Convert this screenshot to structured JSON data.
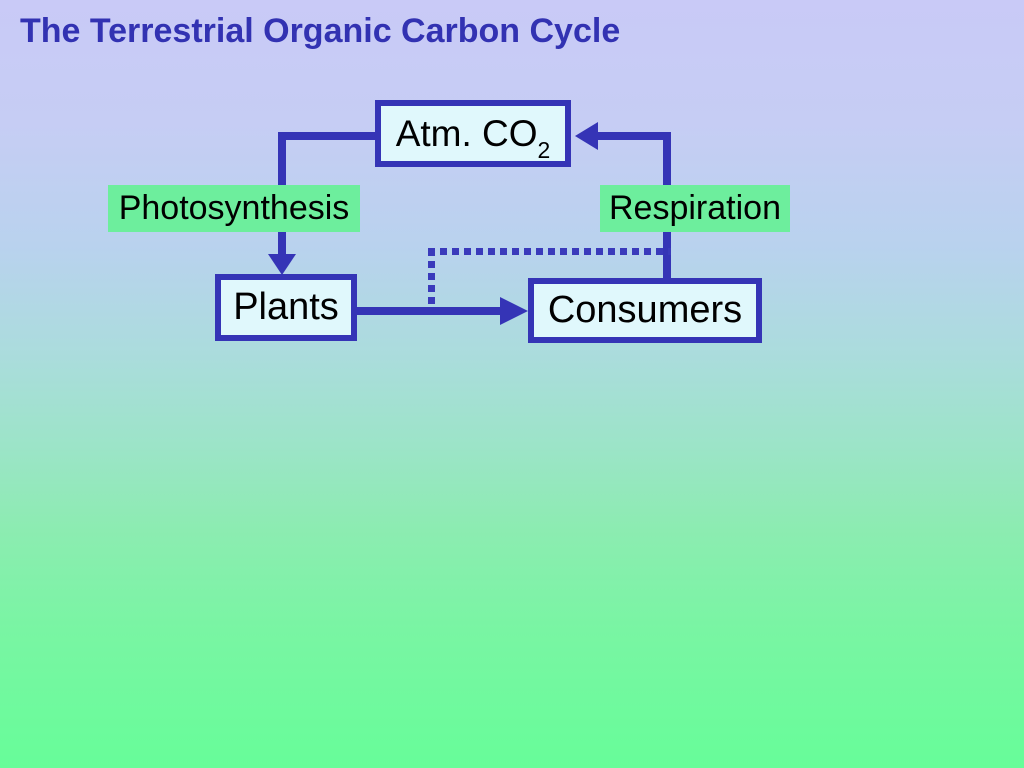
{
  "slide": {
    "title": "The Terrestrial Organic Carbon Cycle"
  },
  "diagram": {
    "nodes": {
      "atm_co2": {
        "label": "Atm. CO",
        "subscript": "2"
      },
      "plants": {
        "label": "Plants"
      },
      "consumers": {
        "label": "Consumers"
      }
    },
    "process_labels": {
      "photosynthesis": "Photosynthesis",
      "respiration": "Respiration"
    },
    "flows": [
      "Atm. CO2 -> Plants via Photosynthesis (solid arrow, left path)",
      "Consumers -> Atm. CO2 via Respiration (solid arrow, right path)",
      "Plants -> Consumers (solid arrow, horizontal)",
      "Plants/Consumers link -> Respiration path (dotted connector)"
    ],
    "colors": {
      "connector_blue": "#3534b6",
      "node_fill": "#e0f8fc",
      "node_border": "#3534b6",
      "process_label_green": "#6dee9d",
      "title_blue": "#3232b2",
      "background_gradient_top": "#c9caf7",
      "background_gradient_bottom": "#67fd99"
    }
  }
}
